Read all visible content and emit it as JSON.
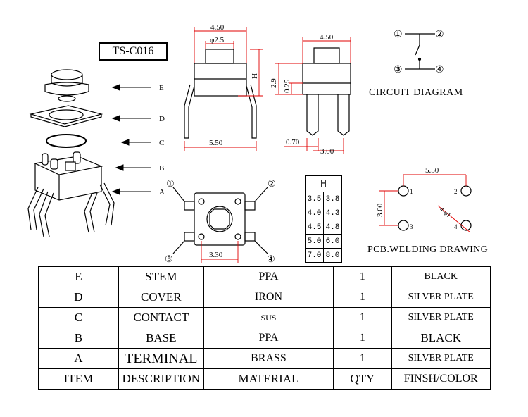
{
  "model": "TS-C016",
  "circuit_title": "CIRCUIT DIAGRAM",
  "pcb_title": "PCB.WELDING DRAWING",
  "part_callouts": [
    "E",
    "D",
    "C",
    "B",
    "A"
  ],
  "pin_numbers": [
    "1",
    "2",
    "3",
    "4"
  ],
  "pin_symbols": [
    "①",
    "②",
    "③",
    "④"
  ],
  "dimensions": {
    "front_width": "4.50",
    "stem_dia": "φ2.5",
    "h_label": "H",
    "front_leg_span": "5.50",
    "dim_2_9": "2.9",
    "dim_0_25": "0.25",
    "side_width": "4.50",
    "side_pin_w": "0.70",
    "side_pin_span": "3.00",
    "bottom_span": "3.30",
    "pcb_x": "5.50",
    "pcb_y": "3.00",
    "pcb_hole": "4-φ1"
  },
  "h_table": {
    "header": "H",
    "rows": [
      [
        "3.5",
        "3.8"
      ],
      [
        "4.0",
        "4.3"
      ],
      [
        "4.5",
        "4.8"
      ],
      [
        "5.0",
        "6.0"
      ],
      [
        "7.0",
        "8.0"
      ]
    ]
  },
  "bom": {
    "rows": [
      {
        "item": "E",
        "description": "STEM",
        "material": "PPA",
        "qty": "1",
        "finish": "BLACK"
      },
      {
        "item": "D",
        "description": "COVER",
        "material": "IRON",
        "qty": "1",
        "finish": "SILVER PLATE"
      },
      {
        "item": "C",
        "description": "CONTACT",
        "material": "SUS",
        "qty": "1",
        "finish": "SILVER PLATE"
      },
      {
        "item": "B",
        "description": "BASE",
        "material": "PPA",
        "qty": "1",
        "finish": "BLACK"
      },
      {
        "item": "A",
        "description": "TERMINAL",
        "material": "BRASS",
        "qty": "1",
        "finish": "SILVER PLATE"
      }
    ],
    "header": {
      "item": "ITEM",
      "description": "DESCRIPTION",
      "material": "MATERIAL",
      "qty": "QTY",
      "finish": "FINSH/COLOR"
    }
  },
  "colors": {
    "line": "#000000",
    "dimension": "#e00000"
  }
}
